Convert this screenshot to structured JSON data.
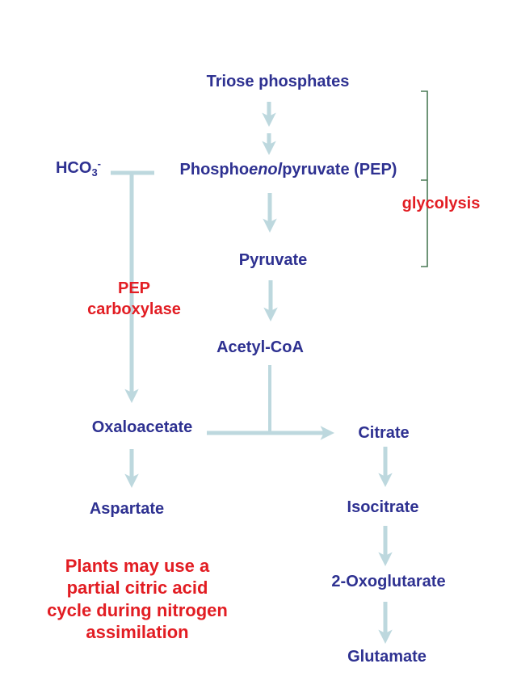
{
  "colors": {
    "background": "#ffffff",
    "metabolite_text": "#2e3191",
    "enzyme_text": "#e21d23",
    "arrow": "#bdd8de",
    "bracket": "#4a7a55"
  },
  "nodes": {
    "triose_phosphates": "Triose phosphates",
    "hco3": {
      "base": "HCO",
      "subscript": "3",
      "superscript": "-"
    },
    "pep": {
      "prefix": "Phospho",
      "italic": "enol",
      "suffix": "pyruvate (PEP)"
    },
    "pyruvate": "Pyruvate",
    "acetyl_coa": "Acetyl-CoA",
    "oxaloacetate": "Oxaloacetate",
    "citrate": "Citrate",
    "aspartate": "Aspartate",
    "isocitrate": "Isocitrate",
    "oxoglutarate": "2-Oxoglutarate",
    "glutamate": "Glutamate"
  },
  "annotations": {
    "glycolysis": "glycolysis",
    "pep_carboxylase": [
      "PEP",
      "carboxylase"
    ],
    "note": [
      "Plants may use a",
      "partial citric acid",
      "cycle during nitrogen",
      "assimilation"
    ]
  }
}
